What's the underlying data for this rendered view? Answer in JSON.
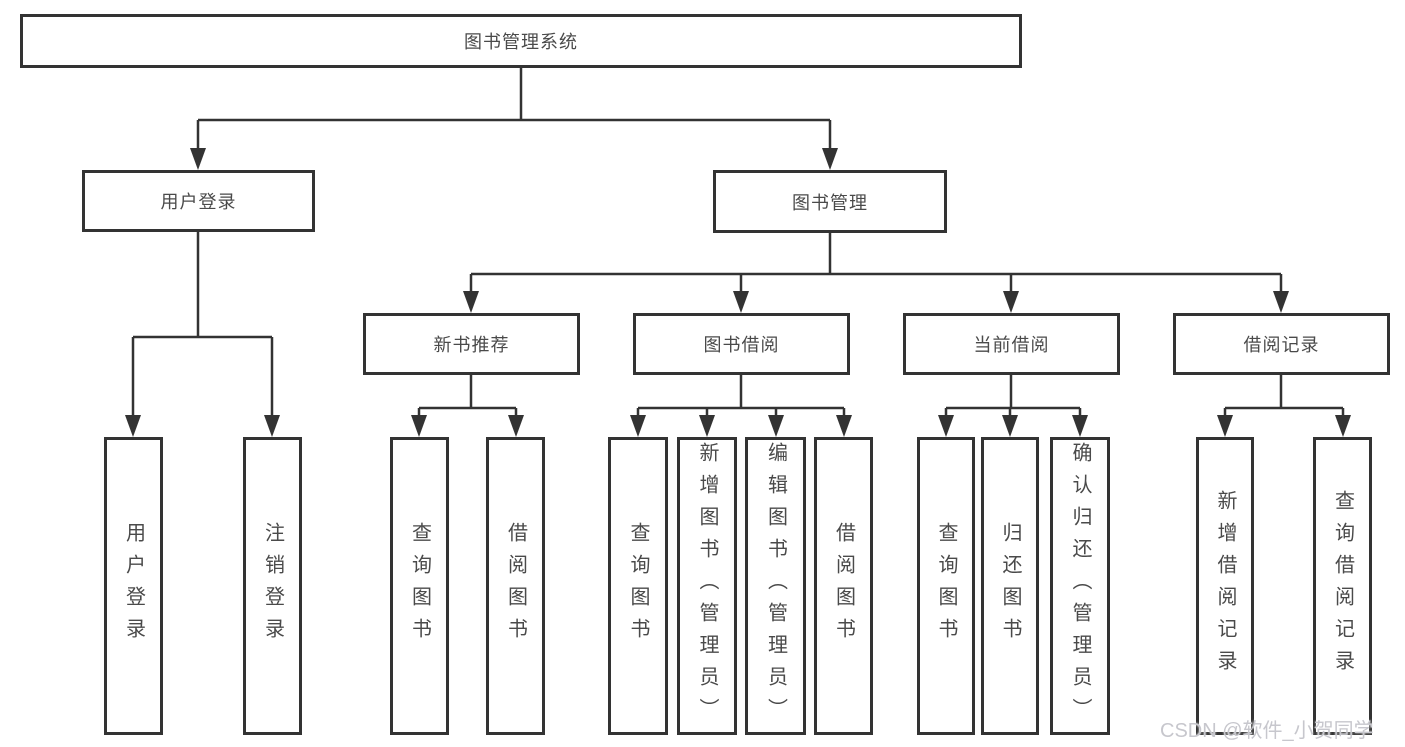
{
  "diagram": {
    "nodes": {
      "root": "图书管理系统",
      "user_login": "用户登录",
      "book_mgmt": "图书管理",
      "new_books": "新书推荐",
      "book_borrow": "图书借阅",
      "current_borrow": "当前借阅",
      "borrow_records": "借阅记录",
      "leaf_user_login": "用户登录",
      "leaf_logout": "注销登录",
      "leaf_nb_query": "查询图书",
      "leaf_nb_borrow": "借阅图书",
      "leaf_bb_query": "查询图书",
      "leaf_bb_add": "新增图书（管理员）",
      "leaf_bb_edit": "编辑图书（管理员）",
      "leaf_bb_borrow": "借阅图书",
      "leaf_cb_query": "查询图书",
      "leaf_cb_return": "归还图书",
      "leaf_cb_confirm": "确认归还（管理员）",
      "leaf_br_add": "新增借阅记录",
      "leaf_br_query": "查询借阅记录"
    },
    "line_color": "#333333",
    "text_color": "#4a4a4a",
    "background_color": "#ffffff"
  },
  "watermark": "CSDN @软件_小贺同学"
}
